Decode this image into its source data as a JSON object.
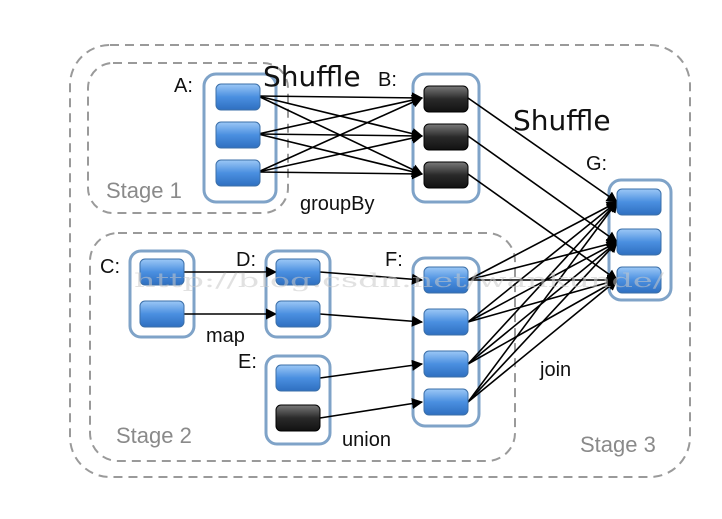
{
  "stages": {
    "stage1": "Stage 1",
    "stage2": "Stage 2",
    "stage3": "Stage 3"
  },
  "nodes": {
    "A": "A:",
    "B": "B:",
    "C": "C:",
    "D": "D:",
    "E": "E:",
    "F": "F:",
    "G": "G:"
  },
  "operations": {
    "groupBy": "groupBy",
    "map": "map",
    "union": "union",
    "join": "join",
    "shuffle1": "Shuffle",
    "shuffle2": "Shuffle"
  },
  "watermark": "http://blog.csdn.net/wankunde/",
  "colors": {
    "partition": "#4a8fe0",
    "partition_dark": "#2a2a2a",
    "rdd_border": "#7fa3c8",
    "stage_border": "#9a9a9a"
  }
}
